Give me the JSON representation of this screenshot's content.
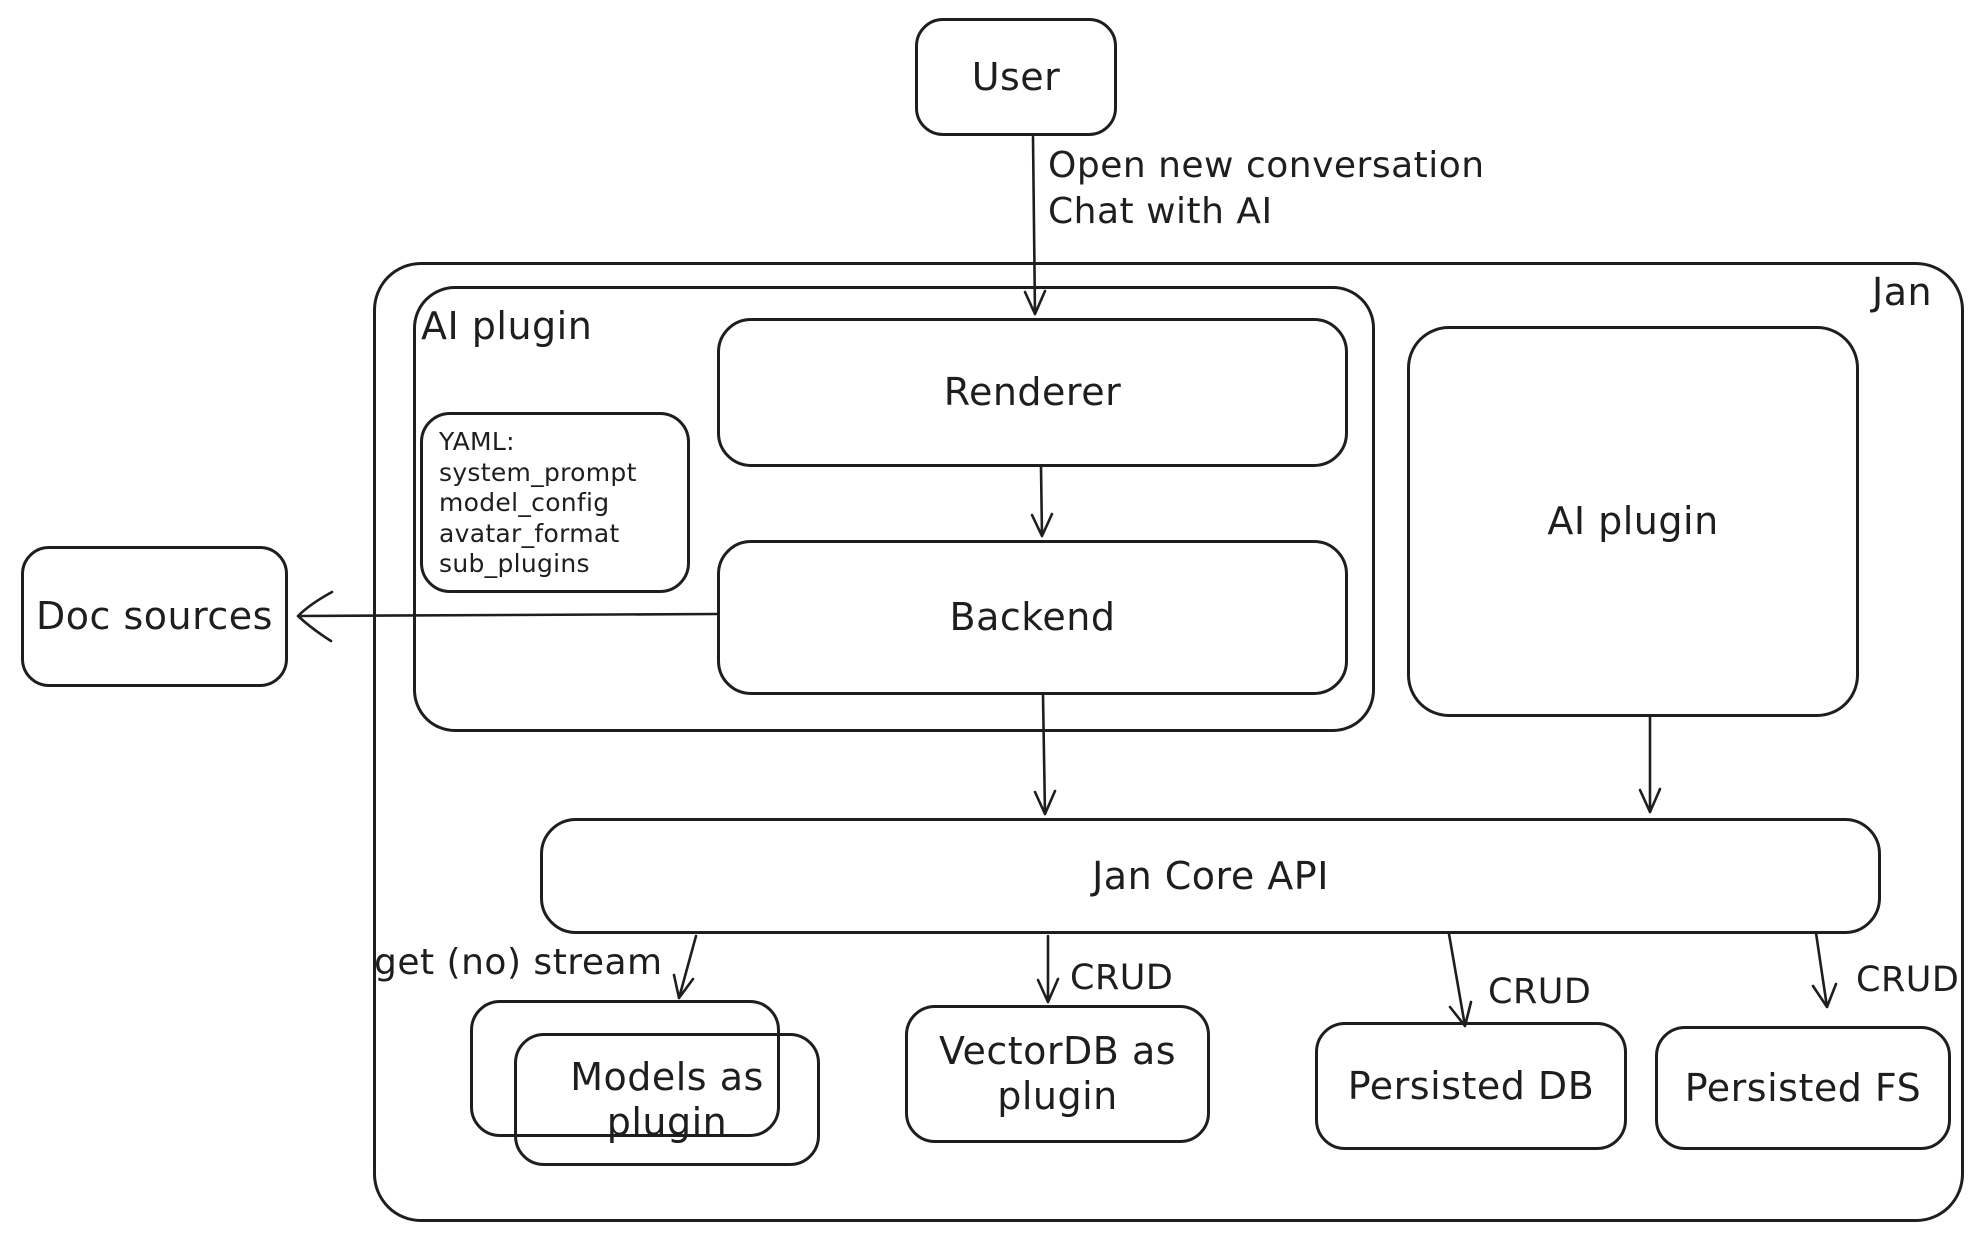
{
  "diagram": {
    "colors": {
      "stroke": "#1e1e1e",
      "background": "#ffffff"
    },
    "user_label": "User",
    "flow_label": "Open new conversation\nChat with AI",
    "jan_label": "Jan",
    "ai_plugin_container_label": "AI plugin",
    "renderer_label": "Renderer",
    "backend_label": "Backend",
    "yaml_note_text": "YAML:\nsystem_prompt\nmodel_config\navatar_format\nsub_plugins",
    "doc_sources_label": "Doc sources",
    "ai_plugin_box_label": "AI plugin",
    "jan_core_api_label": "Jan Core API",
    "get_stream_label": "get (no) stream",
    "crud_label_1": "CRUD",
    "crud_label_2": "CRUD",
    "crud_label_3": "CRUD",
    "models_label": "Models as plugin",
    "vectordb_label": "VectorDB as plugin",
    "persisted_db_label": "Persisted DB",
    "persisted_fs_label": "Persisted FS"
  }
}
